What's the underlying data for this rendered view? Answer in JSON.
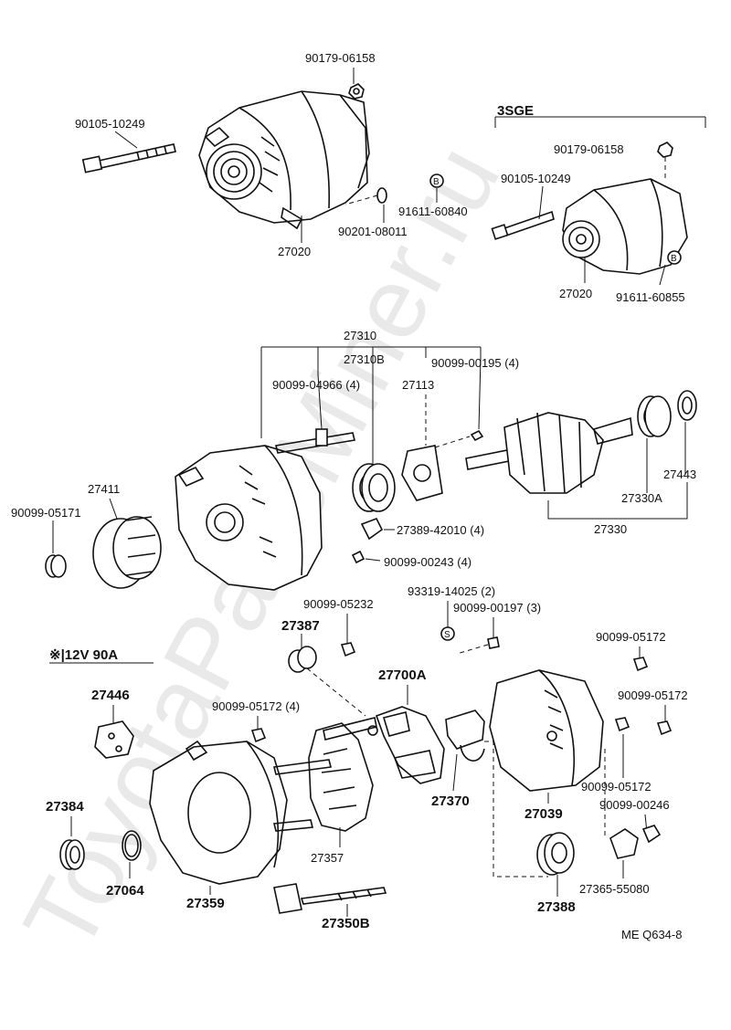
{
  "watermark": "ToyotaPartsMiner.ru",
  "diagram_code": "ME Q634-8",
  "variant_3sge": "3SGE",
  "note_12v": "※|12V 90A",
  "b_mark": "B",
  "s_mark": "S",
  "labels": {
    "p90179_top": "90179-06158",
    "p90105_left": "90105-10249",
    "p27020_left": "27020",
    "p90201": "90201-08011",
    "p91611_840": "91611-60840",
    "p90179_right": "90179-06158",
    "p90105_right": "90105-10249",
    "p27020_right": "27020",
    "p91611_855": "91611-60855",
    "p27310": "27310",
    "p27310b": "27310B",
    "p90099_00195": "90099-00195 (4)",
    "p90099_04966": "90099-04966 (4)",
    "p27113": "27113",
    "p27411": "27411",
    "p90099_05171": "90099-05171",
    "p27389": "27389-42010 (4)",
    "p90099_00243": "90099-00243 (4)",
    "p27443": "27443",
    "p27330a": "27330A",
    "p27330": "27330",
    "p93319": "93319-14025 (2)",
    "p90099_00197": "90099-00197 (3)",
    "p90099_05232": "90099-05232",
    "p27387": "27387",
    "p90099_05172_a": "90099-05172",
    "p27700a": "27700A",
    "p90099_05172_b": "90099-05172",
    "p27446": "27446",
    "p90099_05172_c": "90099-05172 (4)",
    "p90099_05172_d": "90099-05172",
    "p27384": "27384",
    "p27370": "27370",
    "p27039": "27039",
    "p90099_00246": "90099-00246",
    "p27357": "27357",
    "p27064": "27064",
    "p27359": "27359",
    "p27388": "27388",
    "p27365": "27365-55080",
    "p27350b": "27350B"
  }
}
